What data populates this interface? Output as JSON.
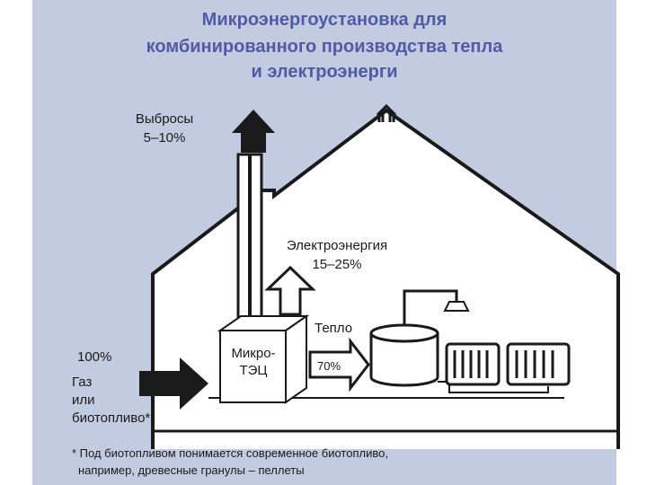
{
  "title_lines": [
    "Микроэнергоустановка для",
    "комбинированного производства тепла",
    "и электроэнерги"
  ],
  "emissions": {
    "label": "Выбросы",
    "value": "5–10%"
  },
  "electricity": {
    "label": "Электроэнергия",
    "value": "15–25%"
  },
  "heat": {
    "label": "Тепло",
    "value": "70%"
  },
  "input": {
    "value": "100%",
    "line1": "Газ",
    "line2": "или",
    "line3": "биотопливо*"
  },
  "chp": {
    "line1": "Микро-",
    "line2": "ТЭЦ"
  },
  "footnote": {
    "line1": "* Под биотопливом понимается современное биотопливо,",
    "line2": "например, древесные гранулы – пеллеты"
  },
  "colors": {
    "title": "#4f5ba6",
    "background": "#c3cbe0",
    "ink": "#1a1a1a"
  }
}
